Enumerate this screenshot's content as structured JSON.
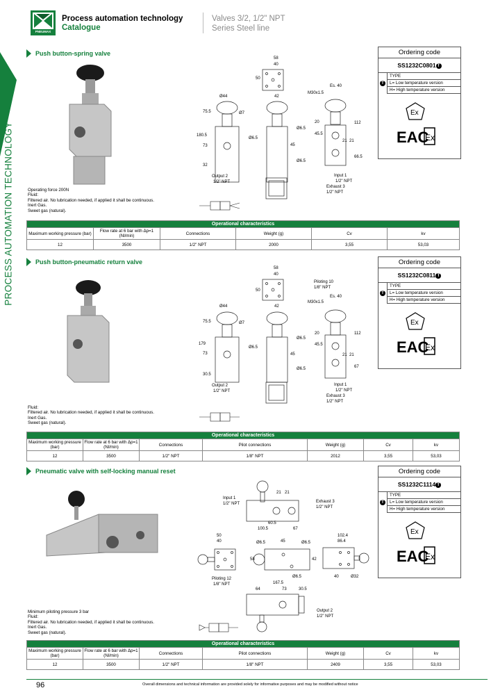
{
  "header": {
    "brand": "PNEUMAX",
    "title": "Process automation technology",
    "subtitle": "Catalogue",
    "doc_title": "Valves 3/2, 1/2\" NPT",
    "doc_series": "Series Steel line"
  },
  "side_label": "PROCESS AUTOMATION TECHNOLOGY",
  "ordering_code_label": "Ordering code",
  "type_label": "TYPE",
  "type_badge": "T",
  "type_options": [
    "L= Low temperature version",
    "H= High temperature version"
  ],
  "cert_marks": [
    "Ex",
    "EAC"
  ],
  "table_title": "Operational characteristics",
  "sections": [
    {
      "title": "Push button-spring valve",
      "code": "SS1232C0801",
      "notes": [
        "Operating force 200N",
        "Fluid:",
        "Filtered air. No lubrication needed, if applied it shall be continuous.",
        "Inert Gas.",
        "Sweet gas (natural)."
      ],
      "columns": [
        "Maximum working pressure (bar)",
        "Flow rate at 6 bar with Δp=1 (Nl/min)",
        "Connections",
        "Weight (g)",
        "Cv",
        "kv"
      ],
      "values": [
        "12",
        "3500",
        "1/2\" NPT",
        "2000",
        "3,55",
        "53,03"
      ],
      "dims": {
        "a": "58",
        "b": "40",
        "c": "50",
        "d": "Es. 40",
        "e": "M30x1.5",
        "f": "Ø44",
        "g": "42",
        "h": "Ø7",
        "i": "75.5",
        "j": "180.5",
        "k": "73",
        "l": "32",
        "m": "Ø6.5",
        "n": "Ø6.5",
        "o": "45",
        "p": "Ø6.5",
        "q": "20",
        "r": "45.5",
        "s": "21",
        "t": "21",
        "u": "112",
        "v": "66.5",
        "out": "Output 2",
        "out_c": "1/2\" NPT",
        "in": "Input 1",
        "in_c": "1/2\" NPT",
        "ex": "Exhaust 3",
        "ex_c": "1/2\" NPT"
      }
    },
    {
      "title": "Push button-pneumatic return valve",
      "code": "SS1232C0811",
      "notes": [
        "Fluid:",
        "Filtered air. No lubrication needed, if applied it shall be continuous.",
        "Inert Gas.",
        "Sweet gas (natural)."
      ],
      "columns": [
        "Maximum working pressure (bar)",
        "Flow rate at 6 bar with Δp=1 (Nl/min)",
        "Connections",
        "Pilot connections",
        "Weight (g)",
        "Cv",
        "kv"
      ],
      "values": [
        "12",
        "3500",
        "1/2\" NPT",
        "1/8\" NPT",
        "2012",
        "3,55",
        "53,03"
      ],
      "dims": {
        "a": "58",
        "b": "40",
        "c": "50",
        "pil": "Piloting 10",
        "pil_c": "1/8\" NPT",
        "d": "Es. 40",
        "e": "M30x1.5",
        "f": "Ø44",
        "g": "42",
        "h": "Ø7",
        "i": "75.5",
        "j": "179",
        "k": "73",
        "l": "30.5",
        "m": "Ø6.5",
        "n": "Ø6.5",
        "o": "45",
        "p": "Ø6.5",
        "q": "20",
        "r": "45.5",
        "s": "21",
        "t": "21",
        "u": "112",
        "v": "67",
        "out": "Output 2",
        "out_c": "1/2\" NPT",
        "in": "Input 1",
        "in_c": "1/2\" NPT",
        "ex": "Exhaust 3",
        "ex_c": "1/2\" NPT"
      }
    },
    {
      "title": "Pneumatic valve with self-locking manual reset",
      "code": "SS1232C1114",
      "notes": [
        "Minimum piloting pressure 3 bar",
        "Fluid:",
        "Filtered air. No lubrication needed, if applied it shall be continuous.",
        "Inert Gas.",
        "Sweet gas (natural)."
      ],
      "columns": [
        "Maximum working pressure (bar)",
        "Flow rate at 6 bar with Δp=1 (Nl/min)",
        "Connections",
        "Pilot connections",
        "Weight (g)",
        "Cv",
        "kv"
      ],
      "values": [
        "12",
        "3500",
        "1/2\" NPT",
        "1/8\" NPT",
        "2409",
        "3,55",
        "53,03"
      ],
      "dims": {
        "in": "Input 1",
        "in_c": "1/2\" NPT",
        "a": "21",
        "b": "21",
        "ex": "Exhaust 3",
        "ex_c": "1/2\" NPT",
        "c": "60.5",
        "d": "100.5",
        "e": "67",
        "f": "50",
        "g": "40",
        "h": "Ø6.5",
        "i": "45",
        "j": "Ø6.5",
        "k": "102.4",
        "l": "86.4",
        "m": "58",
        "n": "42",
        "o": "Ø6.5",
        "p": "40",
        "q": "Ø32",
        "pil": "Piloting 12",
        "pil_c": "1/8\" NPT",
        "r": "167.5",
        "s": "64",
        "t": "73",
        "u": "30.5",
        "out": "Output 2",
        "out_c": "1/2\" NPT"
      }
    }
  ],
  "footer": {
    "page": "96",
    "disclaimer": "Overall dimensions and technical information are provided solely for informative purposes and may be modified without notice"
  }
}
